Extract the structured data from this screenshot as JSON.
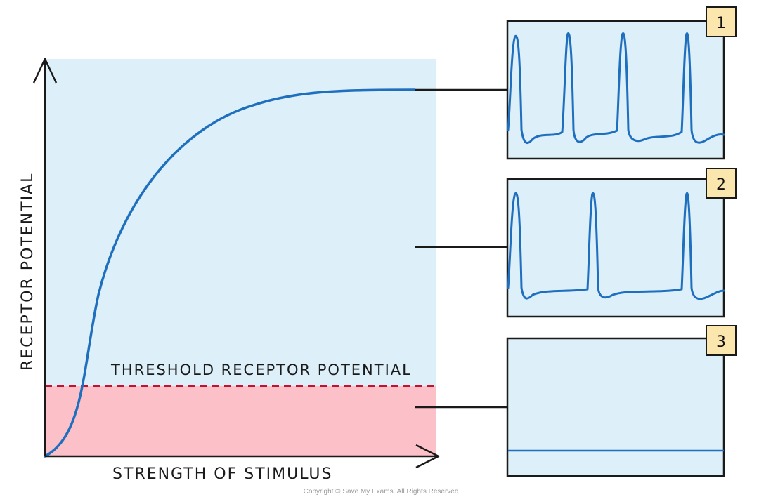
{
  "diagram": {
    "x_axis_label": "STRENGTH OF STIMULUS",
    "y_axis_label": "RECEPTOR POTENTIAL",
    "threshold_label": "THRESHOLD RECEPTOR POTENTIAL",
    "panels": [
      {
        "number": "1"
      },
      {
        "number": "2"
      },
      {
        "number": "3"
      }
    ],
    "copyright": "Copyright © Save My Exams. All Rights Reserved"
  },
  "colors": {
    "panel_fill": "#ddeff8",
    "below_threshold_fill": "#fcc0c8",
    "curve": "#1f6fbf",
    "threshold_line": "#c8102e",
    "badge_fill": "#fbe6ad",
    "outline": "#1a1a1a"
  }
}
